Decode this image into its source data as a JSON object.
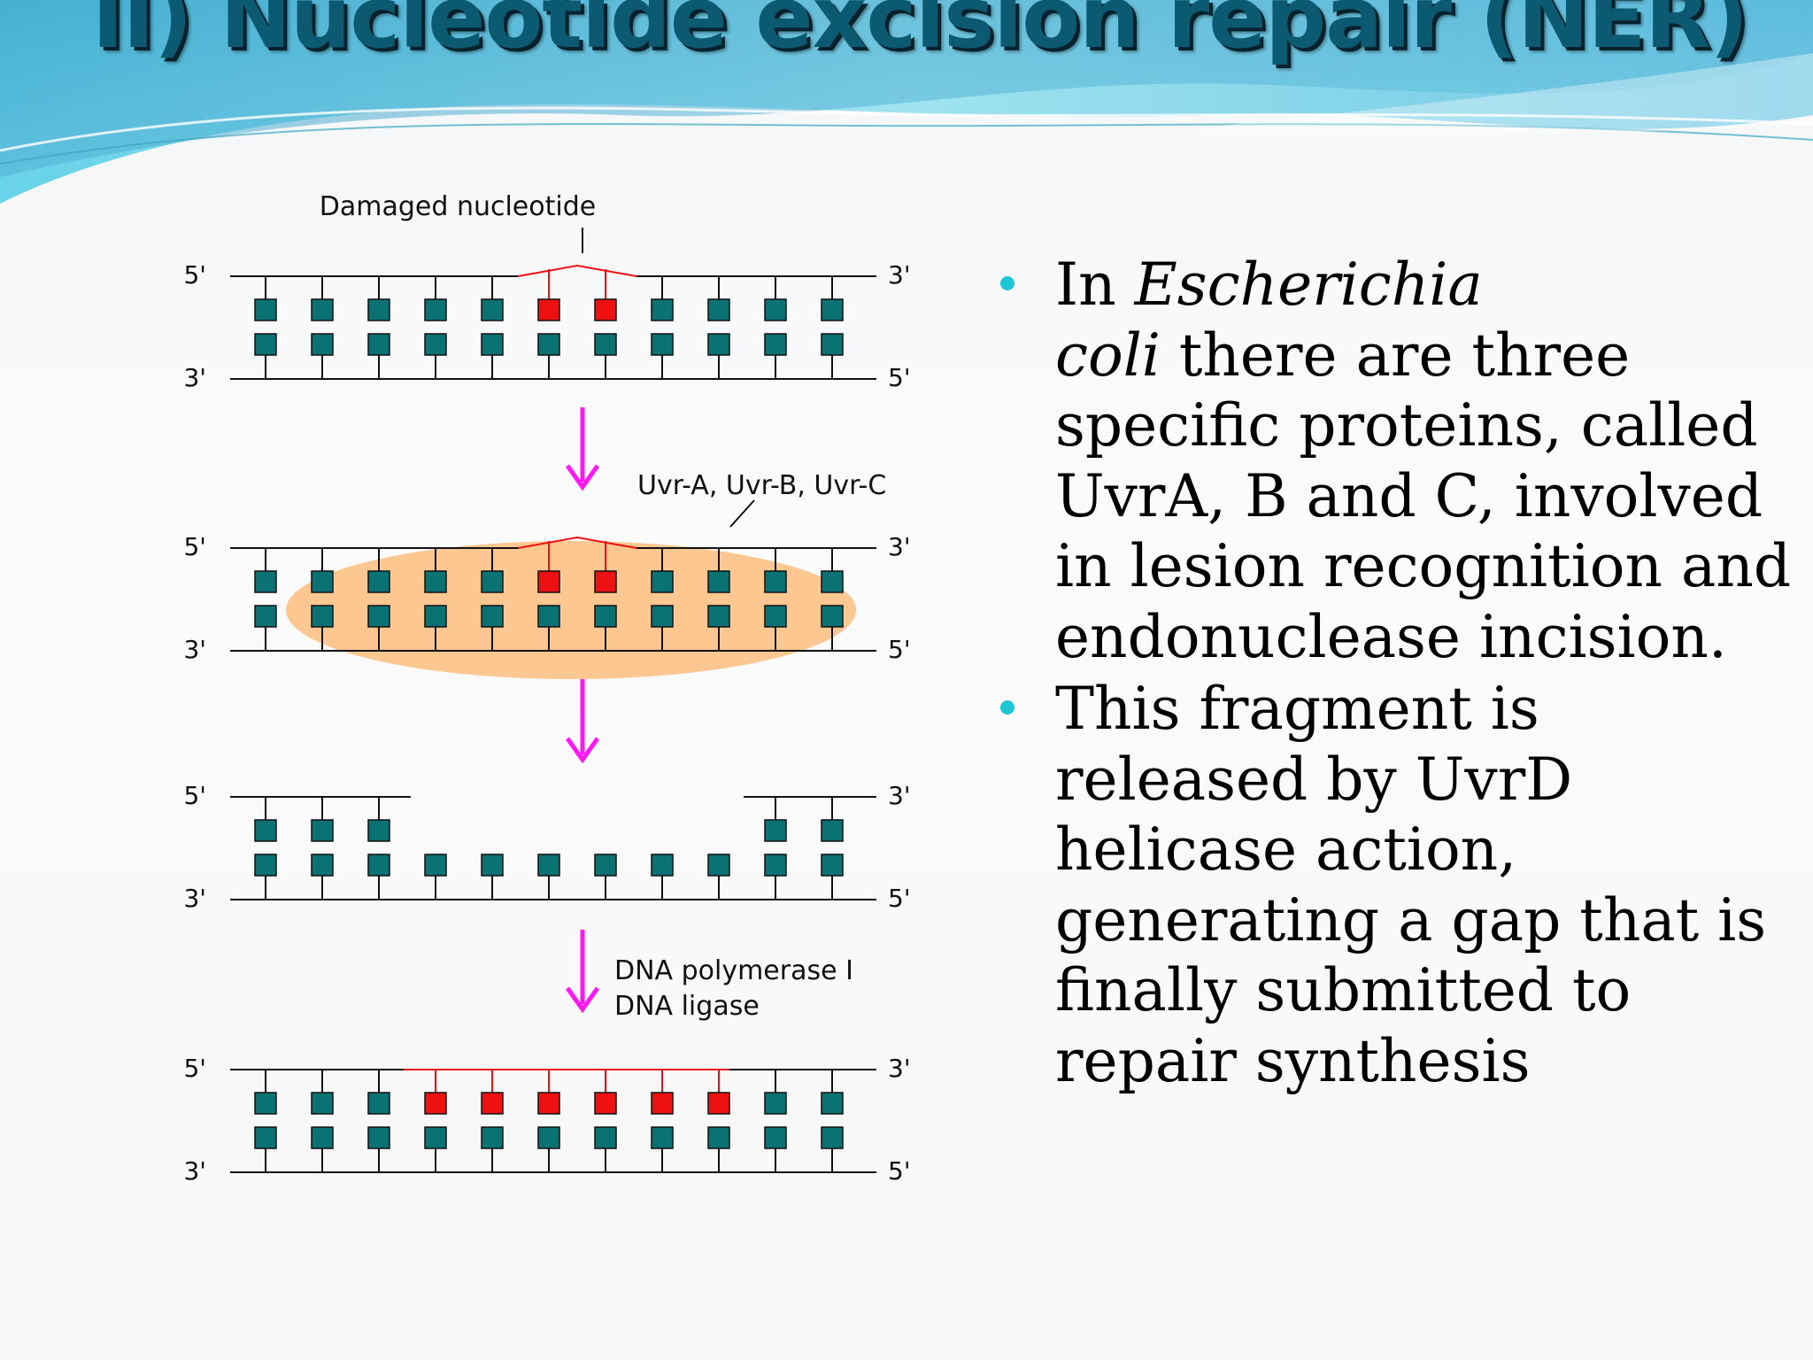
{
  "slide": {
    "title": "II) Nucleotide excision repair (NER)"
  },
  "colors": {
    "base": "#0b7274",
    "damaged": "#ee1111",
    "arrow": "#ff19f0",
    "enzyme": "#fcc790",
    "title": "#0c5a72",
    "bullet": "#1fc6d3"
  },
  "diagram": {
    "labels": {
      "damaged": "Damaged nucleotide",
      "enzymes": "Uvr-A, Uvr-B, Uvr-C",
      "polymerase": "DNA polymerase I",
      "ligase": "DNA ligase"
    },
    "ends": {
      "five": "5'",
      "three": "3'"
    },
    "stages": [
      {
        "name": "damaged-duplex",
        "top": [
          "n",
          "n",
          "n",
          "n",
          "n",
          "d",
          "d",
          "n",
          "n",
          "n",
          "n"
        ],
        "bottom": [
          "n",
          "n",
          "n",
          "n",
          "n",
          "n",
          "n",
          "n",
          "n",
          "n",
          "n"
        ],
        "enzyme": false
      },
      {
        "name": "uvr-complex-bound",
        "top": [
          "n",
          "n",
          "n",
          "n",
          "n",
          "d",
          "d",
          "n",
          "n",
          "n",
          "n"
        ],
        "bottom": [
          "n",
          "n",
          "n",
          "n",
          "n",
          "n",
          "n",
          "n",
          "n",
          "n",
          "n"
        ],
        "enzyme": true
      },
      {
        "name": "gapped-duplex",
        "top": [
          "n",
          "n",
          "n",
          "-",
          "-",
          "-",
          "-",
          "-",
          "-",
          "n",
          "n"
        ],
        "bottom": [
          "n",
          "n",
          "n",
          "n",
          "n",
          "n",
          "n",
          "n",
          "n",
          "n",
          "n"
        ],
        "enzyme": false
      },
      {
        "name": "repaired-duplex",
        "top": [
          "n",
          "n",
          "n",
          "r",
          "r",
          "r",
          "r",
          "r",
          "r",
          "n",
          "n"
        ],
        "bottom": [
          "n",
          "n",
          "n",
          "n",
          "n",
          "n",
          "n",
          "n",
          "n",
          "n",
          "n"
        ],
        "enzyme": false
      }
    ]
  },
  "bullets": [
    {
      "before": "In ",
      "italic_a": "Escherichia",
      "italic_b": "coli",
      "after": " there are three specific proteins, called UvrA, B and C, involved in lesion recognition and endonuclease incision."
    },
    {
      "before": "This fragment is released by UvrD helicase action, generating a gap that is finally submitted to repair synthesis"
    }
  ]
}
